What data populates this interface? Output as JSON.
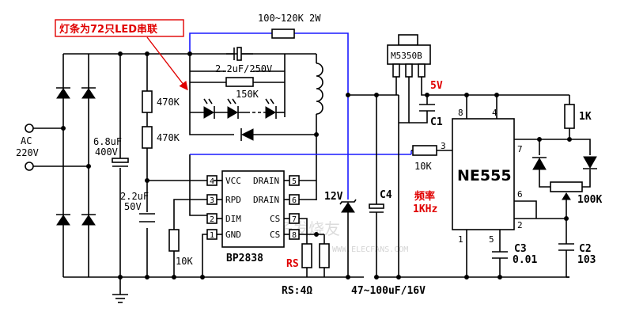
{
  "annotation": {
    "text": "灯条为72只LED串联",
    "color": "#e00000"
  },
  "input": {
    "ac_label": "AC",
    "voltage_label": "220V"
  },
  "components": {
    "c_bulk": {
      "value": "6.8uF",
      "rating": "400V"
    },
    "c_vcc": {
      "value": "2.2uF",
      "rating": "50V"
    },
    "r_470a": "470K",
    "r_470b": "470K",
    "c_led": "2.2uF/250V",
    "r_150k": "150K",
    "r_top": "100~120K 2W",
    "r_10k_dim": "10K",
    "r_10k_555": "10K",
    "r_1k": "1K",
    "pot_100k": "100K",
    "zener": "12V",
    "c4": "C4",
    "c4_value": "47~100uF/16V",
    "c1": "C1",
    "c2": "C2",
    "c2_value": "103",
    "c3": "C3",
    "c3_value": "0.01",
    "regulator": "M5350B",
    "rail_5v": "5V",
    "rs": "RS",
    "rs_value": "RS:4Ω",
    "freq_label": "频率",
    "freq_value": "1KHz"
  },
  "chips": {
    "bp2838": {
      "name": "BP2838",
      "pins_left": [
        {
          "num": "4",
          "label": "VCC"
        },
        {
          "num": "3",
          "label": "RPD"
        },
        {
          "num": "2",
          "label": "DIM"
        },
        {
          "num": "1",
          "label": "GND"
        }
      ],
      "pins_right": [
        {
          "num": "5",
          "label": "DRAIN"
        },
        {
          "num": "6",
          "label": "DRAIN"
        },
        {
          "num": "7",
          "label": "CS"
        },
        {
          "num": "8",
          "label": "CS"
        }
      ]
    },
    "ne555": {
      "name": "NE555",
      "pins": [
        "8",
        "4",
        "3",
        "7",
        "6",
        "2",
        "1",
        "5"
      ]
    }
  },
  "watermark": {
    "text": "电子发烧友",
    "sub": "WWW.ELECFANS.COM"
  },
  "colors": {
    "wire_black": "#000000",
    "wire_blue": "#1a1aff",
    "note_red": "#e00000"
  }
}
